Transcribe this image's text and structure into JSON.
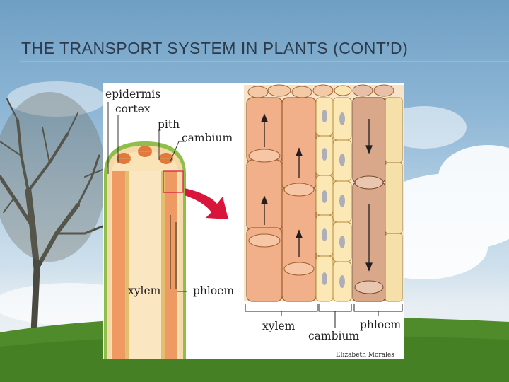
{
  "slide": {
    "title": "THE TRANSPORT SYSTEM IN PLANTS (CONT’D)",
    "colors": {
      "title_text": "#2b3b4c",
      "title_rule": "#d9b24a",
      "sky": "#8fb7d6",
      "grass": "#4f8a2b"
    }
  },
  "figure": {
    "labels": {
      "epidermis": "epidermis",
      "cortex": "cortex",
      "pith": "pith",
      "cambium_stem": "cambium",
      "xylem_stem": "xylem",
      "phloem_stem": "phloem",
      "xylem_detail": "xylem",
      "cambium_detail": "cambium",
      "phloem_detail": "phloem"
    },
    "credit": "Elizabeth Morales",
    "icons": [
      "magnify-arrow-icon",
      "flow-arrow-up-icon",
      "flow-arrow-down-icon"
    ],
    "colors": {
      "xylem": "#e9a47c",
      "cambium": "#f4e0a8",
      "phloem": "#d9a88a",
      "arrow": "#d8163c",
      "stem_green": "#8fbf4a"
    }
  }
}
